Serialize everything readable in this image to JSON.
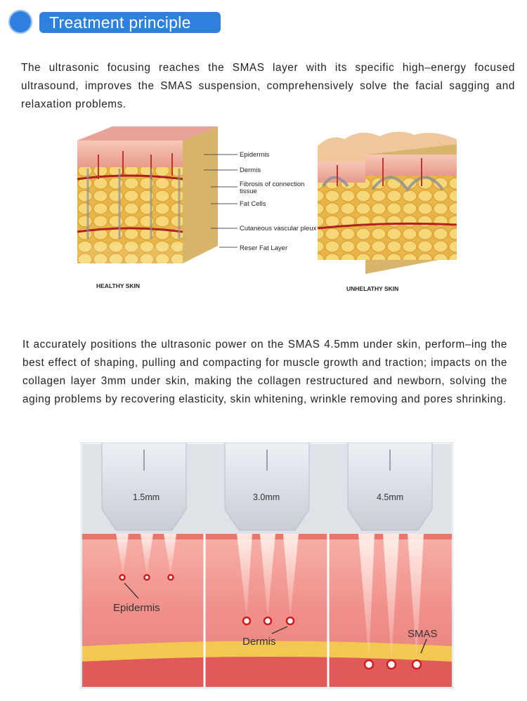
{
  "header": {
    "title": "Treatment principle"
  },
  "paragraph1": "The ultrasonic focusing reaches the SMAS layer with its specific high–energy focused ultrasound, improves the SMAS suspension, comprehensively solve the facial sagging and relaxation problems.",
  "skin_diagram": {
    "labels": [
      "Epidermis",
      "Dermis",
      "Fibrosis of connection",
      "tissue",
      "Fat Cells",
      "Cutaneous vascular pleux",
      "Reser Fat Layer"
    ],
    "healthy_caption": "HEALTHY SKIN",
    "unhealthy_caption": "UNHELATHY SKIN"
  },
  "paragraph2": "It accurately positions the ultrasonic power on the SMAS 4.5mm under skin, perform–ing the best effect of shaping, pulling and compacting for muscle growth and traction; impacts on the collagen layer 3mm under skin, making the collagen restructured and newborn, solving the aging problems by recovering elasticity, skin whitening, wrinkle removing and pores shrinking.",
  "probe_diagram": {
    "depths": [
      "1.5mm",
      "3.0mm",
      "4.5mm"
    ],
    "layers": [
      "Epidermis",
      "Dermis",
      "SMAS"
    ]
  },
  "colors": {
    "accent": "#2f7fe0",
    "skin": "#f3a0a0",
    "fat": "#f2c84a"
  }
}
